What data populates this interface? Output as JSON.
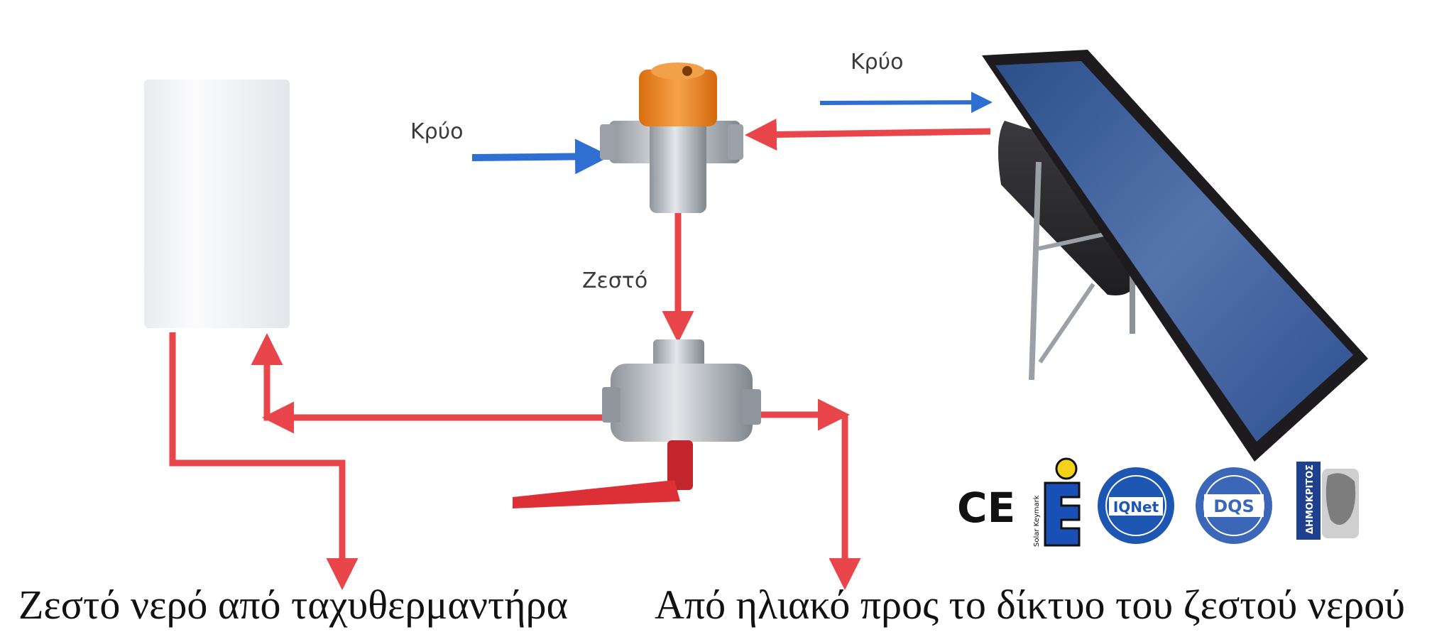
{
  "labels": {
    "cold_left": "Κρύο",
    "cold_right": "Κρύο",
    "hot": "Ζεστό"
  },
  "captions": {
    "left": "Ζεστό νερό από ταχυθερμαντήρα",
    "right": "Από ηλιακό προς το δίκτυο του ζεστού νερού"
  },
  "logos": {
    "ce": "CE",
    "solar_keymark": "Solar Keymark",
    "iqnet": "IQNet",
    "dqs": "DQS",
    "ertikos": "ΔΗΜΟΚΡΙΤΟΣ"
  },
  "colors": {
    "hot_pipe": "#e8464b",
    "cold_pipe": "#2f6fd1",
    "panel_blue": "#3b5f9e",
    "valve_knob": "#f08a1e"
  }
}
